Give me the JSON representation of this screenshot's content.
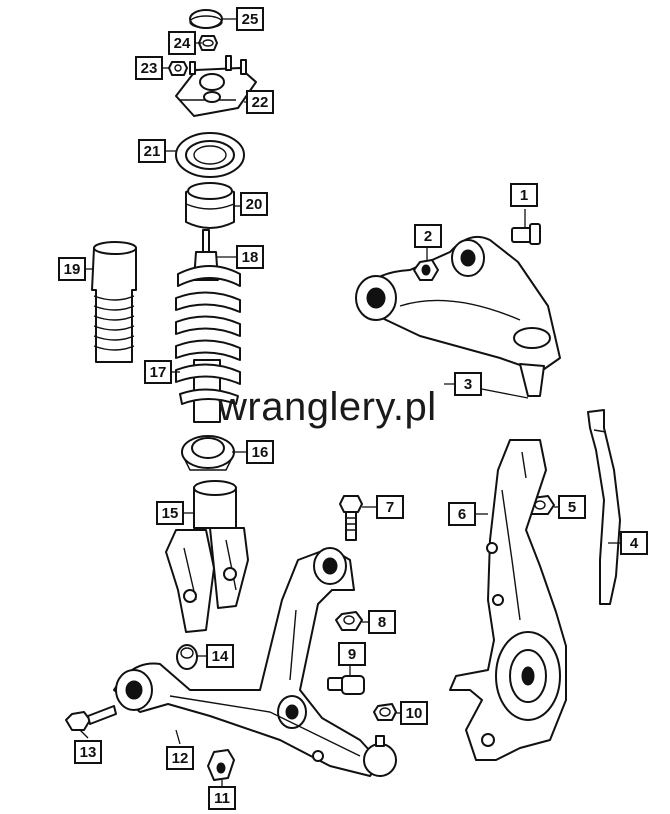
{
  "watermark": "wranglery.pl",
  "callouts": {
    "c1": "1",
    "c2": "2",
    "c3": "3",
    "c4": "4",
    "c5": "5",
    "c6": "6",
    "c7": "7",
    "c8": "8",
    "c9": "9",
    "c10": "10",
    "c11": "11",
    "c12": "12",
    "c13": "13",
    "c14": "14",
    "c15": "15",
    "c16": "16",
    "c17": "17",
    "c18": "18",
    "c19": "19",
    "c20": "20",
    "c21": "21",
    "c22": "22",
    "c23": "23",
    "c24": "24",
    "c25": "25"
  }
}
